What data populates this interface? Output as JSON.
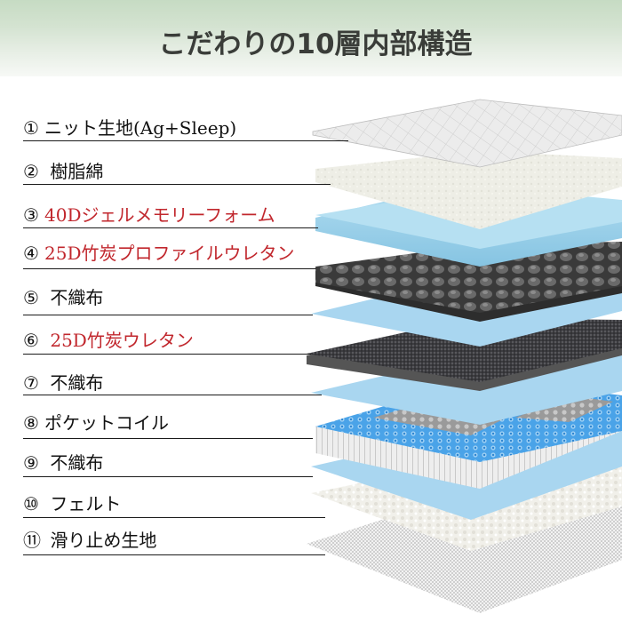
{
  "header": {
    "title": "こだわりの10層内部構造",
    "gradient_top": "#c6dbc3",
    "gradient_bottom": "#f7f9f6"
  },
  "colors": {
    "label_text": "#111111",
    "highlight_text": "#c1272d",
    "leader_line": "#1a1a1a"
  },
  "layers": [
    {
      "num": "①",
      "label": "ニット生地(Ag+Sleep)",
      "highlight": false,
      "image": "quilted-knit-fabric"
    },
    {
      "num": "②",
      "label": "樹脂綿",
      "highlight": false,
      "image": "resin-cotton-sheet"
    },
    {
      "num": "③",
      "label": "40Dジェルメモリーフォーム",
      "highlight": true,
      "image": "blue-gel-memory-foam"
    },
    {
      "num": "④",
      "label": "25D竹炭プロファイルウレタン",
      "highlight": true,
      "image": "egg-crate-charcoal-foam"
    },
    {
      "num": "⑤",
      "label": "不織布",
      "highlight": false,
      "image": "blue-nonwoven-sheet"
    },
    {
      "num": "⑥",
      "label": "25D竹炭ウレタン",
      "highlight": true,
      "image": "charcoal-urethane-foam"
    },
    {
      "num": "⑦",
      "label": "不織布",
      "highlight": false,
      "image": "blue-nonwoven-sheet"
    },
    {
      "num": "⑧",
      "label": "ポケットコイル",
      "highlight": false,
      "image": "pocket-coil-unit"
    },
    {
      "num": "⑨",
      "label": "不織布",
      "highlight": false,
      "image": "blue-nonwoven-sheet"
    },
    {
      "num": "⑩",
      "label": "フェルト",
      "highlight": false,
      "image": "white-felt-sheet"
    },
    {
      "num": "⑪",
      "label": "滑り止め生地",
      "highlight": false,
      "image": "anti-slip-mesh-fabric"
    }
  ]
}
